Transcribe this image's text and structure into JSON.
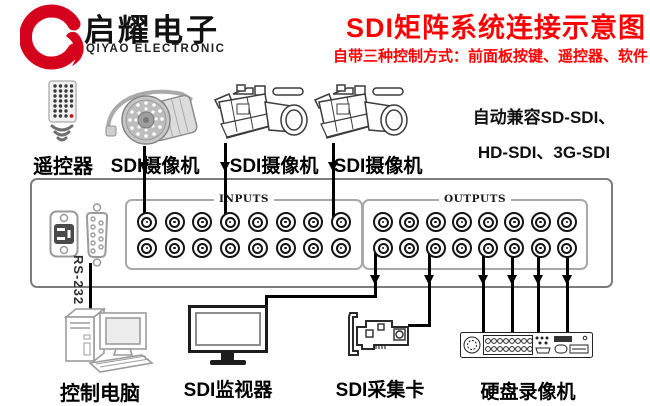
{
  "colors": {
    "accent_red": "#fe0000",
    "logo_red": "#d5001c",
    "line_black": "#000000",
    "outline_gray": "#7d7d7d"
  },
  "brand": {
    "cn": "启耀电子",
    "en": "QIYAO ELECTRONIC"
  },
  "header": {
    "title": "SDI矩阵系统连接示意图",
    "subtitle": "自带三种控制方式：前面板按键、遥控器、软件"
  },
  "sources": {
    "remote": {
      "label": "遥控器"
    },
    "cameras": [
      {
        "label": "SDI摄像机"
      },
      {
        "label": "SDI摄像机"
      },
      {
        "label": "SDI摄像机"
      }
    ],
    "compat": {
      "line1": "自动兼容SD-SDI、",
      "line2": "HD-SDI、3G-SDI"
    }
  },
  "matrix": {
    "inputs_label": "INPUTS",
    "outputs_label": "OUTPUTS",
    "serial_label": "RS-232",
    "input_count": 16,
    "output_count": 16,
    "input_cols": 8,
    "output_cols": 8
  },
  "devices": {
    "computer": {
      "label": "控制电脑"
    },
    "monitor": {
      "label": "SDI监视器"
    },
    "capture_card": {
      "label": "SDI采集卡"
    },
    "dvr": {
      "label": "硬盘录像机"
    }
  },
  "diagram": {
    "connections": [
      {
        "from": "sdi-camera-1",
        "to": "matrix-input-1"
      },
      {
        "from": "sdi-camera-2",
        "to": "matrix-input-4"
      },
      {
        "from": "sdi-camera-3",
        "to": "matrix-input-8"
      },
      {
        "from": "matrix-rs232-port",
        "to": "control-computer"
      },
      {
        "from": "matrix-output-9",
        "to": "sdi-monitor"
      },
      {
        "from": "matrix-output-11",
        "to": "sdi-capture-card"
      },
      {
        "from": "matrix-output-13",
        "to": "hdd-recorder"
      },
      {
        "from": "matrix-output-14",
        "to": "hdd-recorder"
      },
      {
        "from": "matrix-output-15",
        "to": "hdd-recorder"
      },
      {
        "from": "matrix-output-16",
        "to": "hdd-recorder"
      }
    ]
  }
}
